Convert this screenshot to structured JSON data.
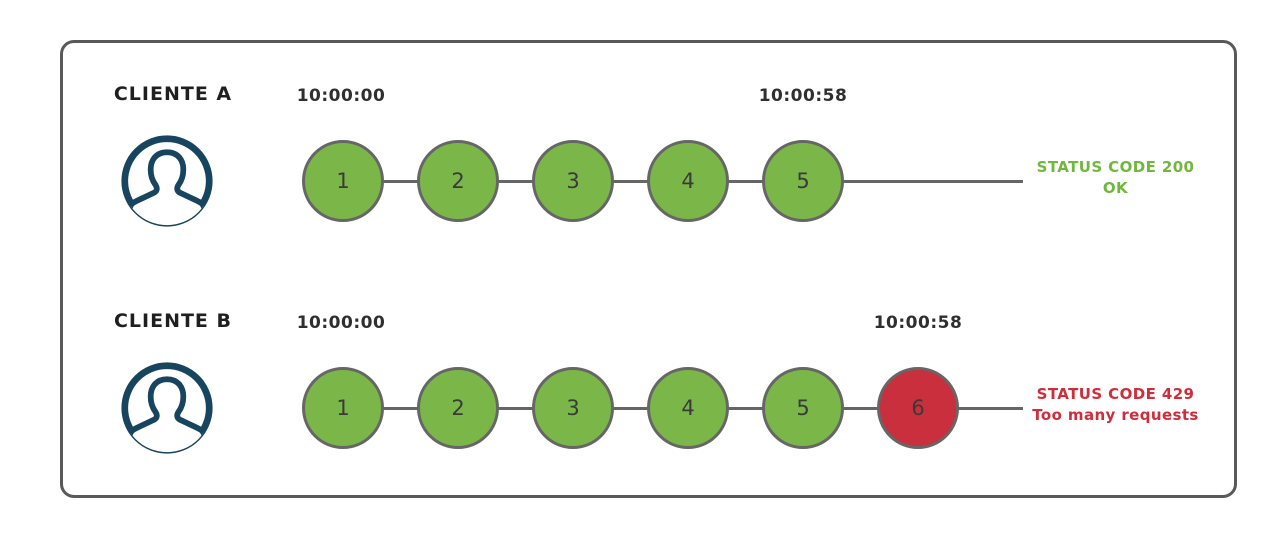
{
  "rows": [
    {
      "client_label": "CLIENTE A",
      "avatar_icon": "user-avatar-icon",
      "start_time": "10:00:00",
      "end_time": "10:00:58",
      "requests": [
        {
          "n": "1",
          "state": "ok"
        },
        {
          "n": "2",
          "state": "ok"
        },
        {
          "n": "3",
          "state": "ok"
        },
        {
          "n": "4",
          "state": "ok"
        },
        {
          "n": "5",
          "state": "ok"
        }
      ],
      "status_line1": "STATUS CODE 200",
      "status_line2": "OK",
      "status_type": "ok"
    },
    {
      "client_label": "CLIENTE B",
      "avatar_icon": "user-avatar-icon",
      "start_time": "10:00:00",
      "end_time": "10:00:58",
      "requests": [
        {
          "n": "1",
          "state": "ok"
        },
        {
          "n": "2",
          "state": "ok"
        },
        {
          "n": "3",
          "state": "ok"
        },
        {
          "n": "4",
          "state": "ok"
        },
        {
          "n": "5",
          "state": "ok"
        },
        {
          "n": "6",
          "state": "limited"
        }
      ],
      "status_line1": "STATUS CODE 429",
      "status_line2": "Too many requests",
      "status_type": "limited"
    }
  ],
  "colors": {
    "request_ok": "#7ab648",
    "request_limited": "#c92f3c",
    "circle_border": "#666666",
    "connector_line": "#666666",
    "frame_border": "#595959",
    "status_ok_text": "#70b73c",
    "status_limited_text": "#d02c3a",
    "avatar": "#17455f",
    "timestamp_text": "#2f2f2f",
    "client_label_text": "#1f1f1f"
  }
}
